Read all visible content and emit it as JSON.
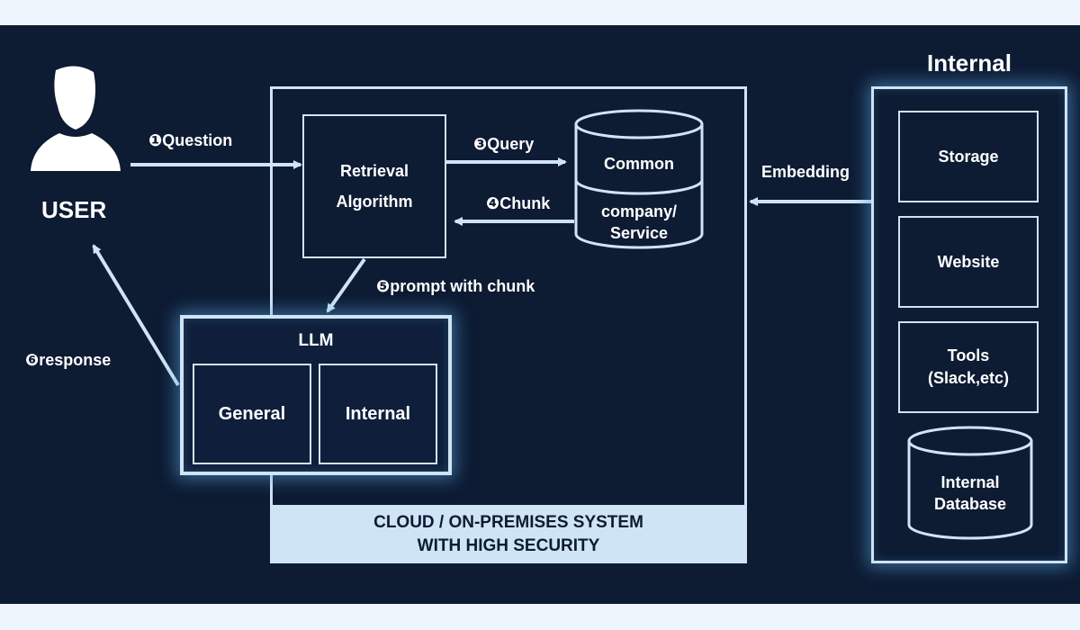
{
  "user": {
    "label": "USER"
  },
  "steps": {
    "question": "❶Question",
    "query": "❸Query",
    "chunk": "❹Chunk",
    "prompt": "❺prompt  with chunk",
    "response": "❻response"
  },
  "retrieval": {
    "line1": "Retrieval",
    "line2": "Algorithm"
  },
  "db_common": {
    "top": "Common",
    "bottom_line1": "company/",
    "bottom_line2": "Service"
  },
  "llm": {
    "title": "LLM",
    "general": "General",
    "internal": "Internal"
  },
  "system": {
    "line1": "CLOUD / ON-PREMISES SYSTEM",
    "line2": "WITH HIGH SECURITY"
  },
  "embedding": "Embedding",
  "internal_panel": {
    "title": "Internal",
    "storage": "Storage",
    "website": "Website",
    "tools_line1": "Tools",
    "tools_line2": "(Slack,etc)",
    "db_line1": "Internal",
    "db_line2": "Database"
  },
  "colors": {
    "background": "#0d1b33",
    "line": "#cfe4f4",
    "glow": "#5aaae6"
  }
}
